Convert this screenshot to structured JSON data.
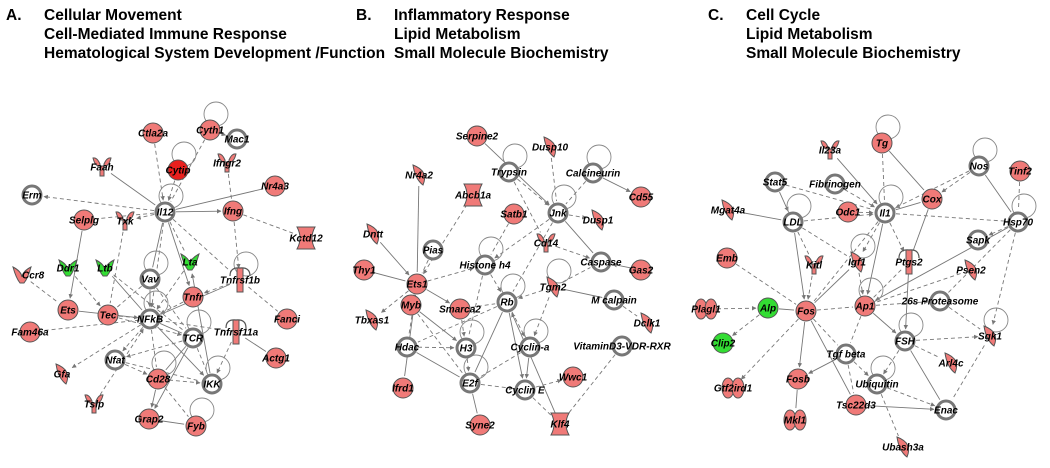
{
  "colors": {
    "up": "#f07a78",
    "up_strong": "#e8201e",
    "down": "#33dd33",
    "neutral": "#ffffff",
    "border": "#555555",
    "edge": "#777777"
  },
  "panels": [
    {
      "letter": "A.",
      "titles": [
        "Cellular Movement",
        "Cell-Mediated Immune Response",
        "Hematological System Development /Function"
      ],
      "nodes": [
        {
          "id": "ctla2a",
          "label": "Ctla2a",
          "status": "up"
        },
        {
          "id": "cyth1",
          "label": "Cyth1",
          "status": "up"
        },
        {
          "id": "mac1",
          "label": "Mac1",
          "status": "neutral"
        },
        {
          "id": "faah",
          "label": "Faah",
          "status": "up"
        },
        {
          "id": "cytip",
          "label": "Cytip",
          "status": "up_strong"
        },
        {
          "id": "ifngr2",
          "label": "Ifngr2",
          "status": "up"
        },
        {
          "id": "erm",
          "label": "Erm",
          "status": "neutral"
        },
        {
          "id": "il12",
          "label": "Il12",
          "status": "neutral"
        },
        {
          "id": "nr4a3",
          "label": "Nr4a3",
          "status": "up"
        },
        {
          "id": "selplg",
          "label": "Selplg",
          "status": "up"
        },
        {
          "id": "txk",
          "label": "Txk",
          "status": "up"
        },
        {
          "id": "ifng",
          "label": "Ifng",
          "status": "up"
        },
        {
          "id": "kctd12",
          "label": "Kctd12",
          "status": "up"
        },
        {
          "id": "ddr1",
          "label": "Ddr1",
          "status": "down"
        },
        {
          "id": "ltb",
          "label": "Ltb",
          "status": "down"
        },
        {
          "id": "lta",
          "label": "Lta",
          "status": "down"
        },
        {
          "id": "vav",
          "label": "Vav",
          "status": "neutral"
        },
        {
          "id": "tnfrsf1b",
          "label": "Tnfrsf1b",
          "status": "up"
        },
        {
          "id": "ccr8",
          "label": "Ccr8",
          "status": "up"
        },
        {
          "id": "tnfr",
          "label": "Tnfr",
          "status": "up"
        },
        {
          "id": "ets",
          "label": "Ets",
          "status": "up"
        },
        {
          "id": "tec",
          "label": "Tec",
          "status": "up"
        },
        {
          "id": "nfkb",
          "label": "NFkB",
          "status": "neutral"
        },
        {
          "id": "fanci",
          "label": "Fanci",
          "status": "up"
        },
        {
          "id": "fam46a",
          "label": "Fam46a",
          "status": "up"
        },
        {
          "id": "tcr",
          "label": "TCR",
          "status": "neutral"
        },
        {
          "id": "tnfrsf11a",
          "label": "Tnfrsf11a",
          "status": "up"
        },
        {
          "id": "actg1",
          "label": "Actg1",
          "status": "up"
        },
        {
          "id": "nfat",
          "label": "Nfat",
          "status": "neutral"
        },
        {
          "id": "cd28",
          "label": "Cd28",
          "status": "up"
        },
        {
          "id": "gfa",
          "label": "Gfa",
          "status": "up"
        },
        {
          "id": "ikk",
          "label": "IKK",
          "status": "neutral"
        },
        {
          "id": "tslp",
          "label": "Tslp",
          "status": "up"
        },
        {
          "id": "grap2",
          "label": "Grap2",
          "status": "up"
        },
        {
          "id": "fyb",
          "label": "Fyb",
          "status": "up"
        }
      ]
    },
    {
      "letter": "B.",
      "titles": [
        "Inflammatory Response",
        "Lipid Metabolism",
        "Small Molecule Biochemistry"
      ],
      "nodes": [
        {
          "id": "serpine2",
          "label": "Serpine2",
          "status": "up"
        },
        {
          "id": "dusp10",
          "label": "Dusp10",
          "status": "up"
        },
        {
          "id": "trypsin",
          "label": "Trypsin",
          "status": "neutral"
        },
        {
          "id": "nr4a2",
          "label": "Nr4a2",
          "status": "up"
        },
        {
          "id": "abcb1a",
          "label": "Abcb1a",
          "status": "up"
        },
        {
          "id": "calcineurin",
          "label": "Calcineurin",
          "status": "neutral"
        },
        {
          "id": "cd55",
          "label": "Cd55",
          "status": "up"
        },
        {
          "id": "satb1",
          "label": "Satb1",
          "status": "up"
        },
        {
          "id": "jnk",
          "label": "Jnk",
          "status": "neutral"
        },
        {
          "id": "dusp1",
          "label": "Dusp1",
          "status": "up"
        },
        {
          "id": "dntt",
          "label": "Dntt",
          "status": "up"
        },
        {
          "id": "pias",
          "label": "Pias",
          "status": "neutral"
        },
        {
          "id": "cd14",
          "label": "Cd14",
          "status": "up"
        },
        {
          "id": "caspase",
          "label": "Caspase",
          "status": "neutral"
        },
        {
          "id": "thy1",
          "label": "Thy1",
          "status": "up"
        },
        {
          "id": "ets1",
          "label": "Ets1",
          "status": "up"
        },
        {
          "id": "histoneh4",
          "label": "Histone h4",
          "status": "neutral"
        },
        {
          "id": "gas2",
          "label": "Gas2",
          "status": "up"
        },
        {
          "id": "tgm2",
          "label": "Tgm2",
          "status": "up"
        },
        {
          "id": "tbxas1",
          "label": "Tbxas1",
          "status": "up"
        },
        {
          "id": "myb",
          "label": "Myb",
          "status": "up"
        },
        {
          "id": "smarca2",
          "label": "Smarca2",
          "status": "up"
        },
        {
          "id": "rb",
          "label": "Rb",
          "status": "neutral"
        },
        {
          "id": "mcalpain",
          "label": "M calpain",
          "status": "neutral"
        },
        {
          "id": "dclk1",
          "label": "Dclk1",
          "status": "up"
        },
        {
          "id": "hdac",
          "label": "Hdac",
          "status": "neutral"
        },
        {
          "id": "h3",
          "label": "H3",
          "status": "neutral"
        },
        {
          "id": "cyclina",
          "label": "Cyclin-a",
          "status": "neutral"
        },
        {
          "id": "vitd3",
          "label": "VitaminD3-VDR-RXR",
          "status": "neutral"
        },
        {
          "id": "ifrd1",
          "label": "Ifrd1",
          "status": "up"
        },
        {
          "id": "e2f",
          "label": "E2f",
          "status": "neutral"
        },
        {
          "id": "cycline",
          "label": "Cyclin E",
          "status": "neutral"
        },
        {
          "id": "wwc1",
          "label": "Wwc1",
          "status": "up"
        },
        {
          "id": "syne2",
          "label": "Syne2",
          "status": "up"
        },
        {
          "id": "klf4",
          "label": "Klf4",
          "status": "up"
        }
      ]
    },
    {
      "letter": "C.",
      "titles": [
        "Cell Cycle",
        "Lipid Metabolism",
        "Small Molecule Biochemistry"
      ],
      "nodes": [
        {
          "id": "il23a",
          "label": "Il23a",
          "status": "up"
        },
        {
          "id": "tg",
          "label": "Tg",
          "status": "up"
        },
        {
          "id": "nos",
          "label": "Nos",
          "status": "neutral"
        },
        {
          "id": "tinf2",
          "label": "Tinf2",
          "status": "up"
        },
        {
          "id": "stat5",
          "label": "Stat5",
          "status": "neutral"
        },
        {
          "id": "fibrinogen",
          "label": "Fibrinogen",
          "status": "neutral"
        },
        {
          "id": "mgat4a",
          "label": "Mgat4a",
          "status": "up"
        },
        {
          "id": "ldl",
          "label": "LDL",
          "status": "neutral"
        },
        {
          "id": "odc1",
          "label": "Odc1",
          "status": "up"
        },
        {
          "id": "il1",
          "label": "Il1",
          "status": "neutral"
        },
        {
          "id": "cox",
          "label": "Cox",
          "status": "up"
        },
        {
          "id": "hsp70",
          "label": "Hsp70",
          "status": "neutral"
        },
        {
          "id": "sapk",
          "label": "Sapk",
          "status": "neutral"
        },
        {
          "id": "emb",
          "label": "Emb",
          "status": "up"
        },
        {
          "id": "kitl",
          "label": "Kitl",
          "status": "up"
        },
        {
          "id": "igf1",
          "label": "Igf1",
          "status": "up"
        },
        {
          "id": "ptgs2",
          "label": "Ptgs2",
          "status": "up"
        },
        {
          "id": "psen2",
          "label": "Psen2",
          "status": "up"
        },
        {
          "id": "plagl1",
          "label": "Plagl1",
          "status": "up"
        },
        {
          "id": "alp",
          "label": "Alp",
          "status": "down"
        },
        {
          "id": "fos",
          "label": "Fos",
          "status": "up"
        },
        {
          "id": "ap1",
          "label": "Ap1",
          "status": "up"
        },
        {
          "id": "proteasome",
          "label": "26s Proteasome",
          "status": "neutral"
        },
        {
          "id": "sgk1",
          "label": "Sgk1",
          "status": "up"
        },
        {
          "id": "clip2",
          "label": "Clip2",
          "status": "down"
        },
        {
          "id": "fsh",
          "label": "FSH",
          "status": "neutral"
        },
        {
          "id": "arl4c",
          "label": "Arl4c",
          "status": "up"
        },
        {
          "id": "tgfbeta",
          "label": "Tgf beta",
          "status": "neutral"
        },
        {
          "id": "fosb",
          "label": "Fosb",
          "status": "up"
        },
        {
          "id": "gtf2ird1",
          "label": "Gtf2ird1",
          "status": "up"
        },
        {
          "id": "ubiquitin",
          "label": "Ubiquitin",
          "status": "neutral"
        },
        {
          "id": "tsc22d3",
          "label": "Tsc22d3",
          "status": "up"
        },
        {
          "id": "enac",
          "label": "Enac",
          "status": "neutral"
        },
        {
          "id": "mkl1",
          "label": "Mkl1",
          "status": "up"
        },
        {
          "id": "ubash3a",
          "label": "Ubash3a",
          "status": "up"
        }
      ]
    }
  ]
}
